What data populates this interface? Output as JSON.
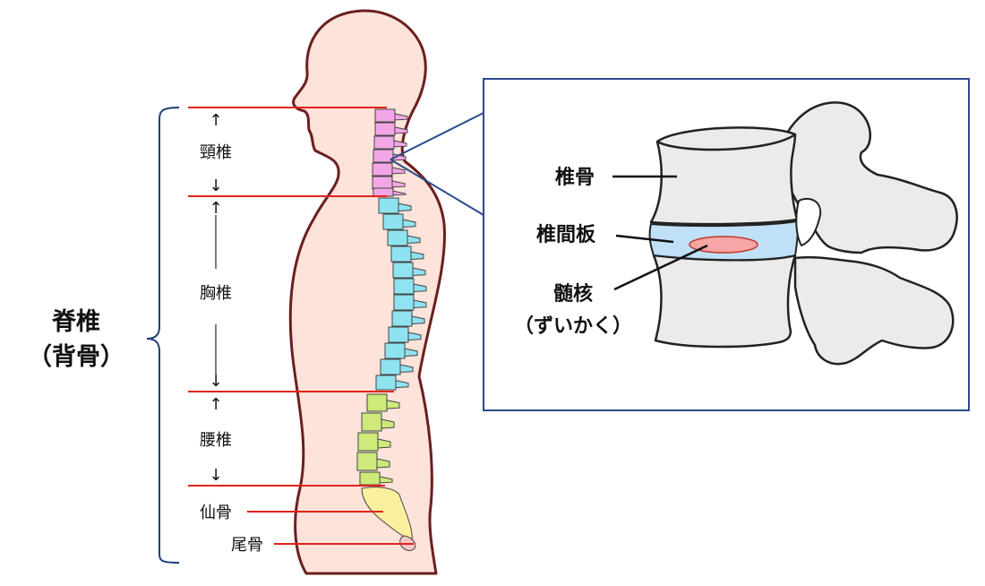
{
  "spine": {
    "title": "脊椎",
    "title_sub": "（背骨）"
  },
  "regions": {
    "cervical": "頸椎",
    "thoracic": "胸椎",
    "lumbar": "腰椎",
    "sacrum": "仙骨",
    "coccyx": "尾骨"
  },
  "arrows": {
    "up": "↑",
    "down": "↓"
  },
  "detail": {
    "vertebra": "椎骨",
    "disc": "椎間板",
    "nucleus": "髄核",
    "nucleus_reading": "（ずいかく）"
  },
  "colors": {
    "body_fill": "#fde3da",
    "body_stroke": "#6b1f1f",
    "cervical": "#f3a6e6",
    "thoracic": "#8fe3f0",
    "lumbar": "#cdea7a",
    "sacrum": "#fbf0a0",
    "coccyx": "#f6c6c6",
    "boundary_line": "#e2231a",
    "zoom_frame": "#2b4a8a",
    "bone": "#ebebeb",
    "disc": "#bfe0f7",
    "nucleus": "#f7a5a5"
  }
}
